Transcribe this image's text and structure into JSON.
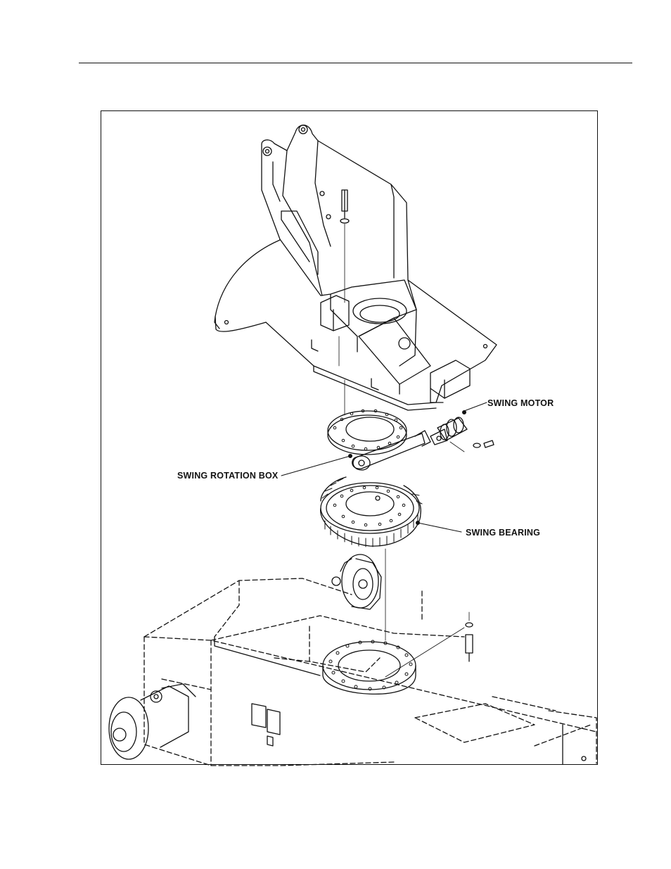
{
  "figure": {
    "labels": {
      "swing_motor": "SWING MOTOR",
      "swing_rotation_box": "SWING ROTATION BOX",
      "swing_bearing": "SWING BEARING"
    }
  }
}
